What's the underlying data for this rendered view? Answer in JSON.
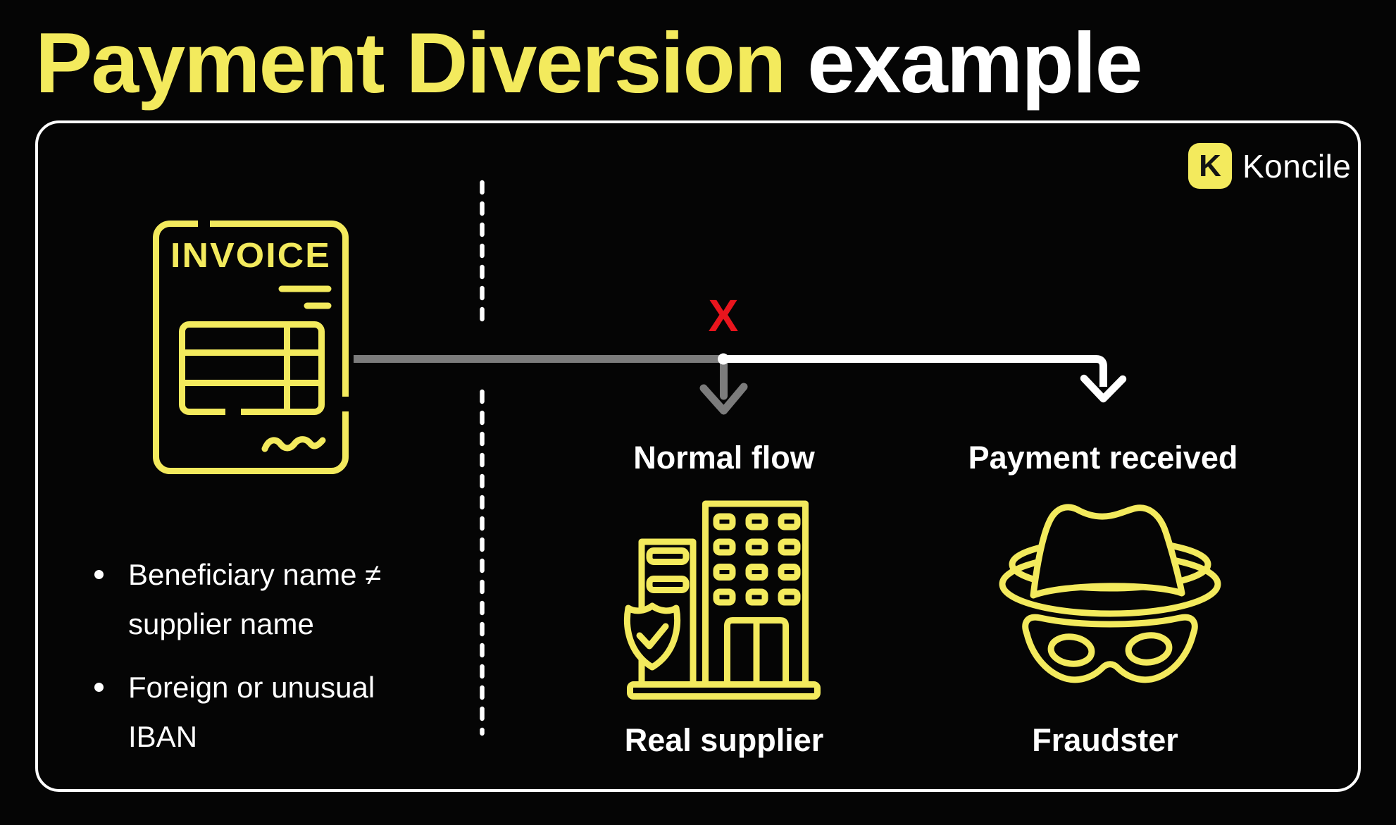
{
  "colors": {
    "bg": "#050505",
    "yellow": "#F3EA5D",
    "white": "#FFFFFF",
    "gray": "#7C7C7C",
    "red": "#E9151D",
    "badge_text": "#141414"
  },
  "title": {
    "highlight": "Payment Diversion",
    "rest": "example"
  },
  "brand": {
    "badge_letter": "K",
    "name": "Koncile"
  },
  "invoice_icon": {
    "label": "INVOICE"
  },
  "flow": {
    "blocked_marker": "X",
    "branches": [
      {
        "label": "Normal flow",
        "entity": "Real supplier",
        "icon": "office-building-shield-icon",
        "arrow_color": "#7C7C7C"
      },
      {
        "label": "Payment received",
        "entity": "Fraudster",
        "icon": "spy-hat-mask-icon",
        "arrow_color": "#FFFFFF"
      }
    ]
  },
  "red_flags": {
    "items": [
      {
        "line1": "Beneficiary name ≠",
        "line2": "supplier name"
      },
      {
        "line1": "Foreign or unusual",
        "line2": "IBAN"
      }
    ]
  },
  "icons": {
    "invoice": "invoice-document-icon",
    "supplier": "office-building-shield-icon",
    "fraudster": "spy-hat-mask-icon",
    "brand_badge": "koncile-logo-icon"
  }
}
